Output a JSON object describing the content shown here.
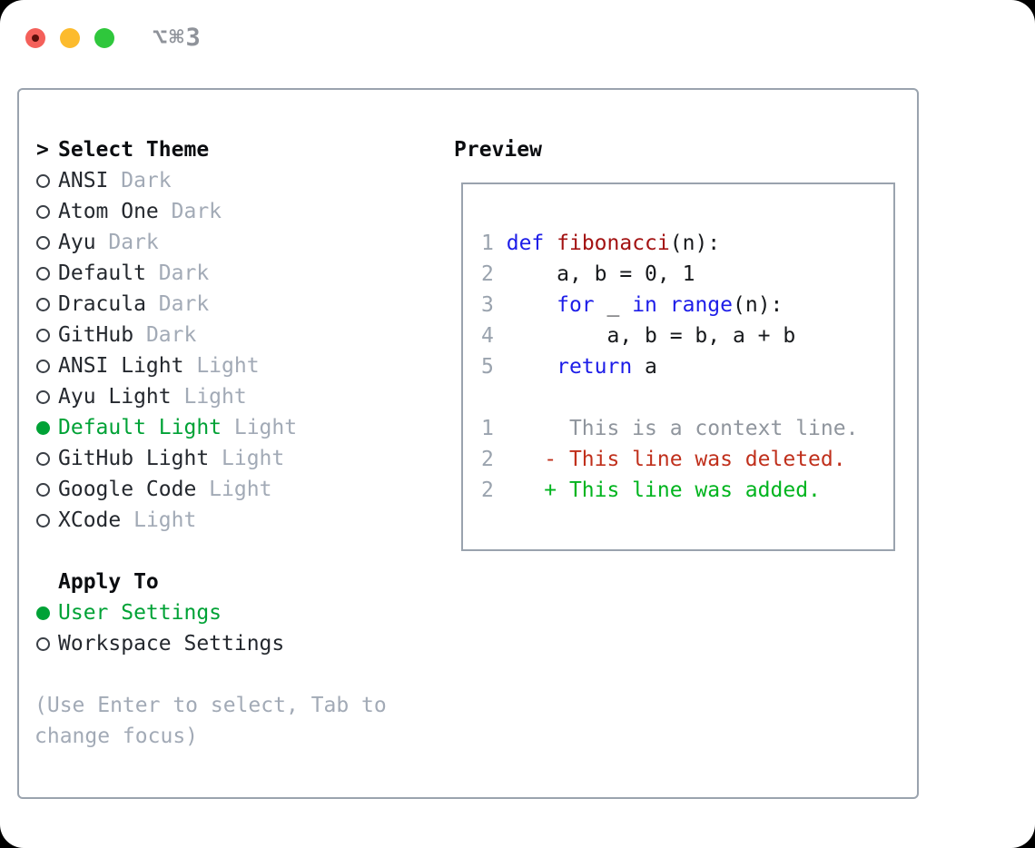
{
  "window": {
    "title": "⌥⌘3",
    "traffic_lights": [
      "close",
      "minimize",
      "zoom"
    ]
  },
  "theme_panel": {
    "prompt": ">",
    "header": "Select Theme",
    "items": [
      {
        "name": "ANSI",
        "variant": "Dark",
        "selected": false
      },
      {
        "name": "Atom One",
        "variant": "Dark",
        "selected": false
      },
      {
        "name": "Ayu",
        "variant": "Dark",
        "selected": false
      },
      {
        "name": "Default",
        "variant": "Dark",
        "selected": false
      },
      {
        "name": "Dracula",
        "variant": "Dark",
        "selected": false
      },
      {
        "name": "GitHub",
        "variant": "Dark",
        "selected": false
      },
      {
        "name": "ANSI Light",
        "variant": "Light",
        "selected": false
      },
      {
        "name": "Ayu Light",
        "variant": "Light",
        "selected": false
      },
      {
        "name": "Default Light",
        "variant": "Light",
        "selected": true
      },
      {
        "name": "GitHub Light",
        "variant": "Light",
        "selected": false
      },
      {
        "name": "Google Code",
        "variant": "Light",
        "selected": false
      },
      {
        "name": "XCode",
        "variant": "Light",
        "selected": false
      }
    ]
  },
  "apply_panel": {
    "header": "Apply To",
    "options": [
      {
        "label": "User Settings",
        "selected": true
      },
      {
        "label": "Workspace Settings",
        "selected": false
      }
    ]
  },
  "hint": "(Use Enter to select, Tab to change focus)",
  "preview": {
    "header": "Preview",
    "code_lines": [
      {
        "num": "1",
        "tokens": [
          {
            "c": "kw",
            "t": "def"
          },
          {
            "c": "pl",
            "t": " "
          },
          {
            "c": "fn",
            "t": "fibonacci"
          },
          {
            "c": "pl",
            "t": "(n):"
          }
        ]
      },
      {
        "num": "2",
        "tokens": [
          {
            "c": "pl",
            "t": "    a, b = 0, 1"
          }
        ]
      },
      {
        "num": "3",
        "tokens": [
          {
            "c": "pl",
            "t": "    "
          },
          {
            "c": "kw",
            "t": "for"
          },
          {
            "c": "pl",
            "t": " _ "
          },
          {
            "c": "kw",
            "t": "in"
          },
          {
            "c": "pl",
            "t": " "
          },
          {
            "c": "kw",
            "t": "range"
          },
          {
            "c": "pl",
            "t": "(n):"
          }
        ]
      },
      {
        "num": "4",
        "tokens": [
          {
            "c": "pl",
            "t": "        a, b = b, a + b"
          }
        ]
      },
      {
        "num": "5",
        "tokens": [
          {
            "c": "pl",
            "t": "    "
          },
          {
            "c": "kw",
            "t": "return"
          },
          {
            "c": "pl",
            "t": " a"
          }
        ]
      }
    ],
    "diff_lines": [
      {
        "num": "1",
        "marker": " ",
        "text": "This is a context line.",
        "type": "context"
      },
      {
        "num": "2",
        "marker": "-",
        "text": "This line was deleted.",
        "type": "deleted"
      },
      {
        "num": "2",
        "marker": "+",
        "text": "This line was added.",
        "type": "added"
      }
    ]
  },
  "colors": {
    "accent_green": "#00a236",
    "added_green": "#00b41e",
    "deleted_red": "#c0301c",
    "context_gray": "#8f959d",
    "keyword_blue": "#1d1de8",
    "function_red": "#a31212",
    "muted_gray": "#a2aab6",
    "line_number_gray": "#9aa3ae",
    "border_gray": "#9aa3ae",
    "traffic_red": "#f4605a",
    "traffic_yellow": "#fcbb2d",
    "traffic_green": "#2fc73c"
  }
}
